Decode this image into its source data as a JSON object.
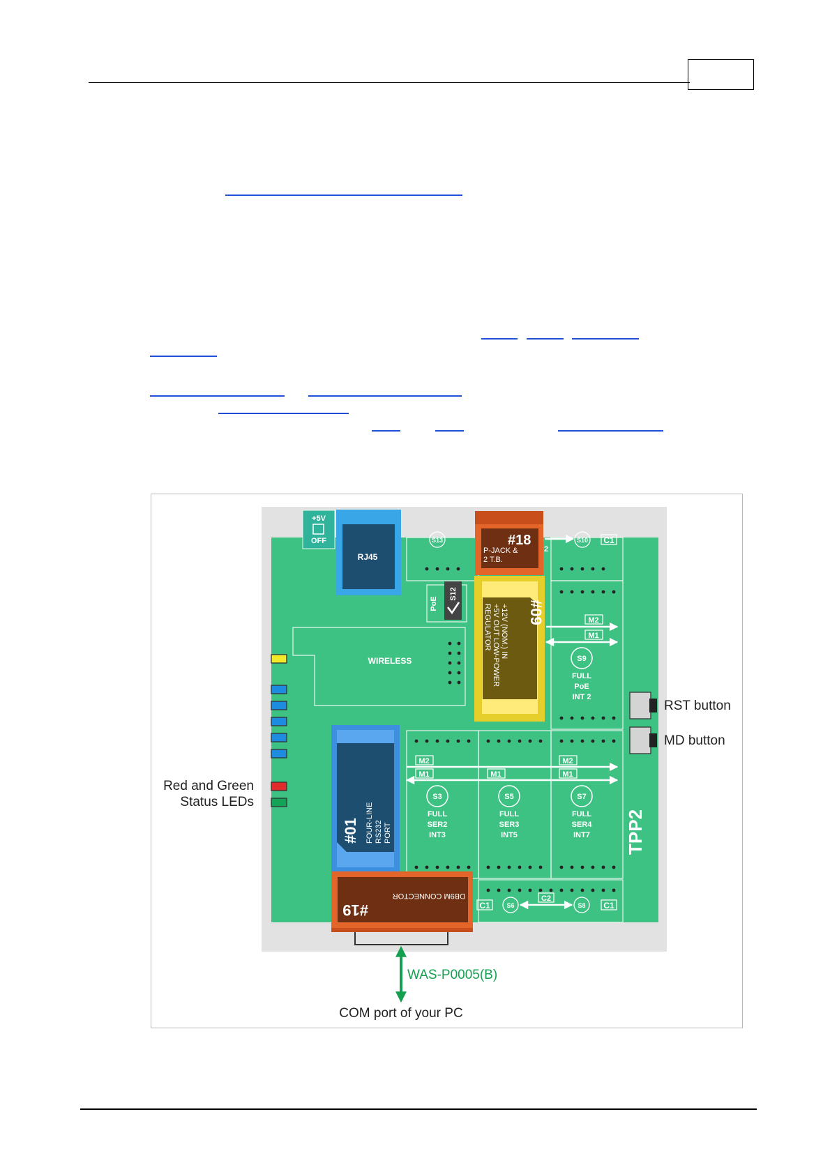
{
  "header": {
    "page_number": ""
  },
  "figure": {
    "board_label": "TPP2",
    "toggle": {
      "top": "+5V",
      "bottom": "OFF"
    },
    "rj45": "RJ45",
    "poe": "PoE",
    "s12": "S12",
    "wireless": "WIRELESS",
    "slots": {
      "s13": "S13",
      "s10": "S10",
      "c1": "C1",
      "s9": "S9",
      "s9_lines": [
        "FULL",
        "PoE",
        "INT 2"
      ],
      "s3": "S3",
      "s3_lines": [
        "FULL",
        "SER2",
        "INT3"
      ],
      "s5": "S5",
      "s5_lines": [
        "FULL",
        "SER3",
        "INT5"
      ],
      "s7": "S7",
      "s7_lines": [
        "FULL",
        "SER4",
        "INT7"
      ],
      "s6": "S6",
      "s8": "S8",
      "c2": "C2",
      "m1": "M1",
      "m2": "M2"
    },
    "module18": {
      "title": "#18",
      "line1": "P-JACK &",
      "line2": "2 T.B.",
      "tag": "2"
    },
    "module09": {
      "title": "#09",
      "line1": "+12V (NOM.) IN",
      "line2": "+5V OUT LOW-POWER",
      "line3": "REGULATOR"
    },
    "module01": {
      "title": "#01",
      "line1": "FOUR-LINE",
      "line2": "RS232",
      "line3": "PORT"
    },
    "module19": {
      "title": "#19",
      "line1": "DB9M CONNECTOR"
    },
    "callouts": {
      "rst": "RST button",
      "md": "MD button",
      "leds_line1": "Red and Green",
      "leds_line2": "Status LEDs",
      "cable": "WAS-P0005(B)",
      "com": "COM port of your PC"
    },
    "colors": {
      "board": "#3ec283",
      "tray": "#e2e2e2",
      "blue_module": "#3d8fe0",
      "orange_module": "#e4652a",
      "yellow_module": "#e6cf2a",
      "cable_green": "#14a050"
    }
  }
}
